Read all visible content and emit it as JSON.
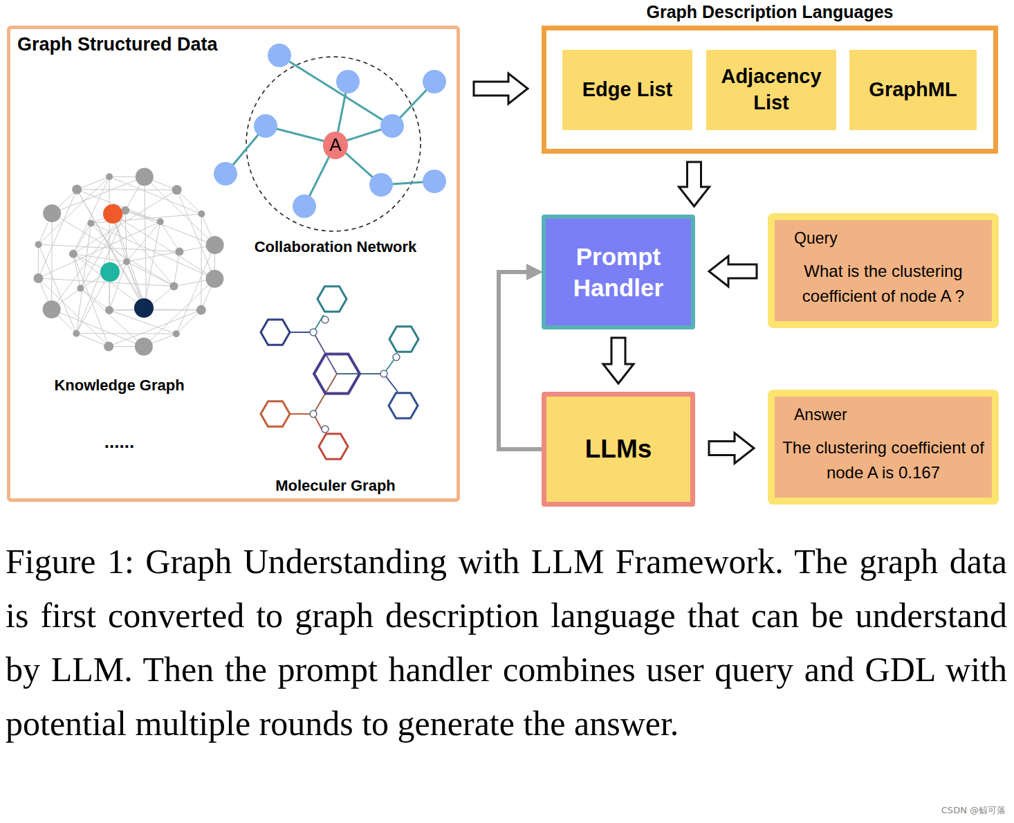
{
  "diagram": {
    "caption": "Figure 1: Graph Understanding with LLM Framework. The graph data is first converted to graph description language that can be understand by LLM. Then the prompt handler combines user query and GDL with potential multiple rounds to generate the answer.",
    "nodes": [
      {
        "text": [
          "Graph Structured Data",
          "Collaboration Network",
          "Knowledge Graph",
          "......",
          "Moleculer Graph"
        ]
      },
      {
        "text": [
          "A"
        ],
        "in": 0
      },
      {
        "text": [
          "Graph Description Languages"
        ]
      },
      {
        "text": [
          "Edge List"
        ],
        "in": 2
      },
      {
        "text": [
          "Adjacency List"
        ],
        "in": 2
      },
      {
        "text": [
          "GraphML"
        ],
        "in": 2
      },
      {
        "text": [
          "Prompt Handler"
        ]
      },
      {
        "text": [
          "Query",
          "What is the clustering coefficient of node A ?"
        ]
      },
      {
        "text": [
          "LLMs"
        ]
      },
      {
        "text": [
          "Answer",
          "The clustering coefficient of node A is 0.167"
        ]
      }
    ],
    "edges": [
      {
        "from": 0,
        "to": 2,
        "arrow": "to"
      },
      {
        "from": 2,
        "to": 6,
        "arrow": "to"
      },
      {
        "from": 7,
        "to": 6,
        "arrow": "to"
      },
      {
        "from": 6,
        "to": 8,
        "arrow": "to"
      },
      {
        "from": 8,
        "to": 6,
        "arrow": "to"
      },
      {
        "from": 8,
        "to": 9,
        "arrow": "to"
      }
    ],
    "labels": [
      "CSDN @鲸可落"
    ]
  }
}
